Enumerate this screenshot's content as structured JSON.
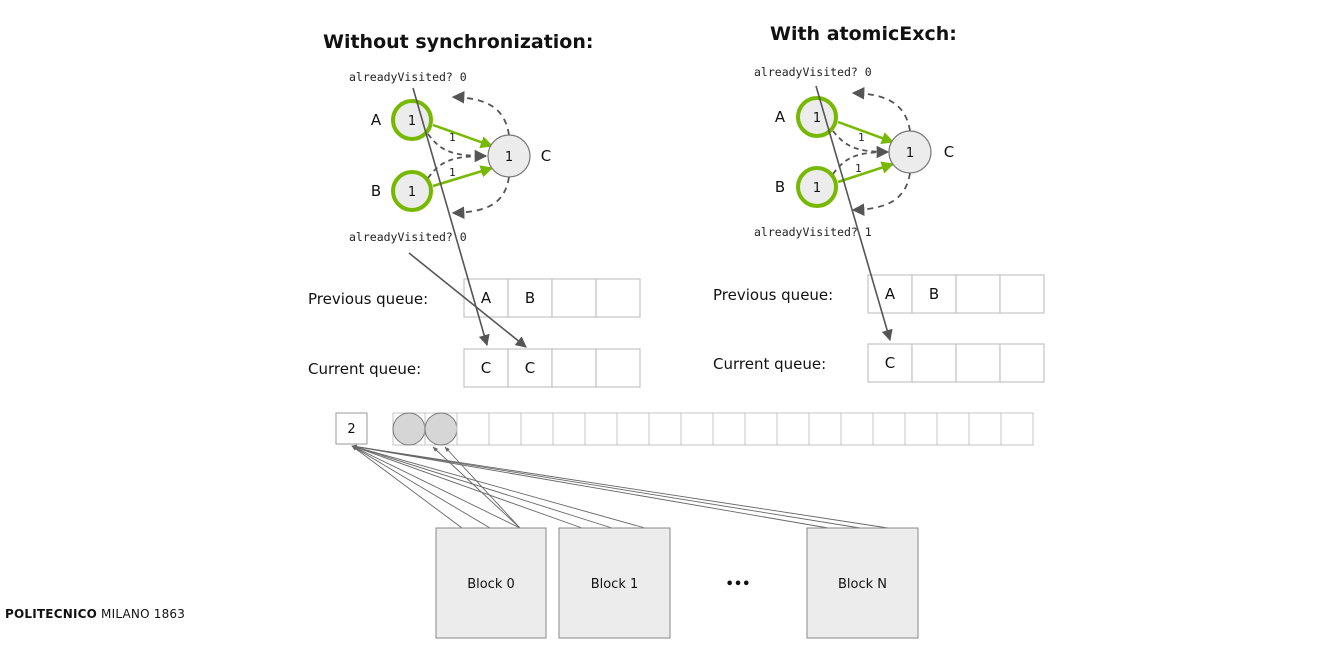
{
  "colors": {
    "green": "#76b900",
    "node_fill": "#ececec",
    "node_stroke": "#777777",
    "arrow": "#555555",
    "cell_stroke": "#c4c4c4",
    "block_fill": "#ececec"
  },
  "left": {
    "title": "Without synchronization:",
    "visited_top": "alreadyVisited? 0",
    "visited_bottom": "alreadyVisited? 0",
    "nodes": [
      {
        "id": "A",
        "label": "A",
        "value": "1"
      },
      {
        "id": "B",
        "label": "B",
        "value": "1"
      },
      {
        "id": "C",
        "label": "C",
        "value": "1"
      }
    ],
    "edge_labels": [
      "1",
      "1"
    ],
    "previous_queue": {
      "label": "Previous queue:",
      "cells": [
        "A",
        "B",
        "",
        ""
      ]
    },
    "current_queue": {
      "label": "Current queue:",
      "cells": [
        "C",
        "C",
        "",
        ""
      ]
    }
  },
  "right": {
    "title": "With atomicExch:",
    "visited_top": "alreadyVisited? 0",
    "visited_bottom": "alreadyVisited? 1",
    "nodes": [
      {
        "id": "A",
        "label": "A",
        "value": "1"
      },
      {
        "id": "B",
        "label": "B",
        "value": "1"
      },
      {
        "id": "C",
        "label": "C",
        "value": "1"
      }
    ],
    "edge_labels": [
      "1",
      "1"
    ],
    "previous_queue": {
      "label": "Previous queue:",
      "cells": [
        "A",
        "B",
        "",
        ""
      ]
    },
    "current_queue": {
      "label": "Current queue:",
      "cells": [
        "C",
        "",
        "",
        ""
      ]
    }
  },
  "global_queue": {
    "counter": "2",
    "cell_count": 20,
    "filled_cells": 2
  },
  "blocks": [
    {
      "label": "Block 0"
    },
    {
      "label": "Block 1"
    },
    {
      "label": "Block N"
    }
  ],
  "ellipsis": "•••",
  "footer": {
    "bold": "POLITECNICO",
    "rest": " MILANO 1863"
  }
}
